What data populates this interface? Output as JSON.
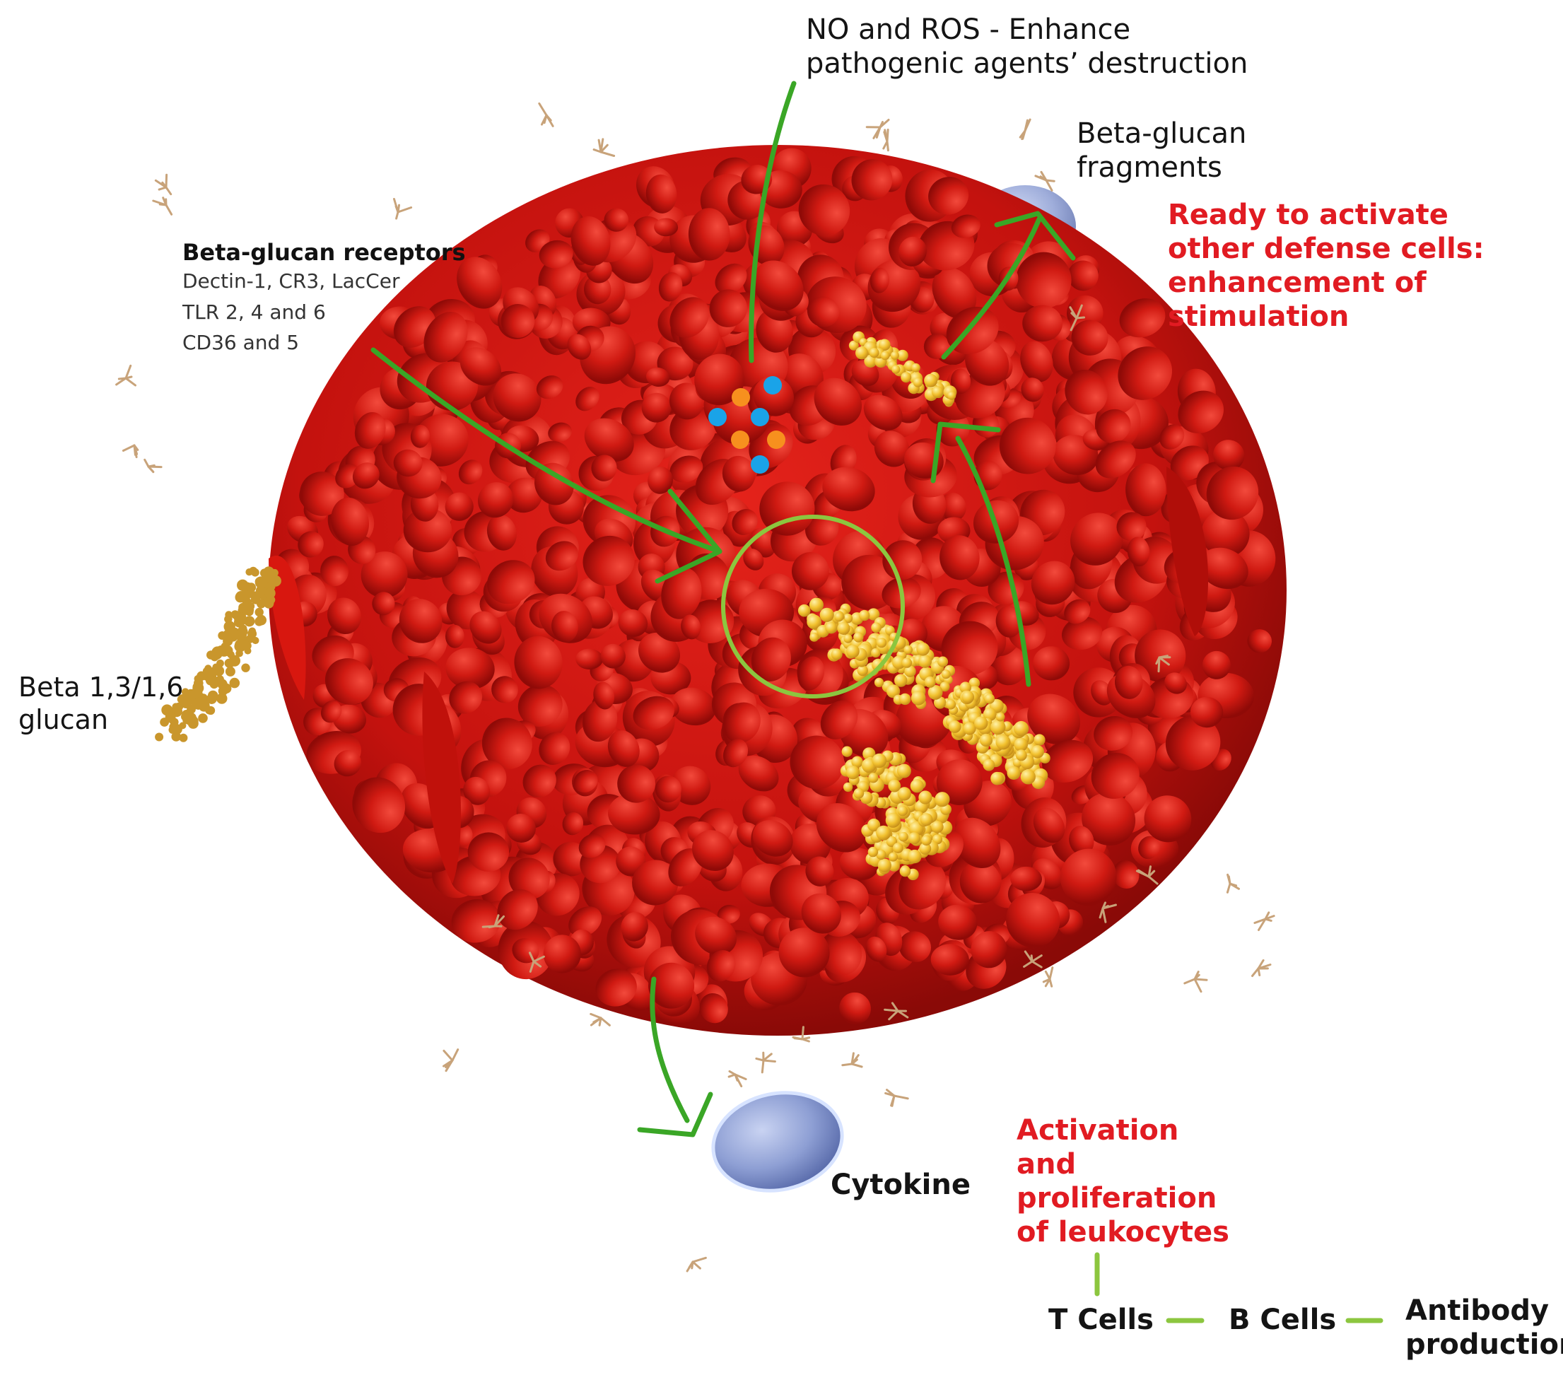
{
  "labels": {
    "no_ros": [
      "NO and ROS - Enhance",
      "pathogenic agents’ destruction"
    ],
    "fragments": [
      "Beta-glucan",
      "fragments"
    ],
    "ready": [
      "Ready to activate",
      "other defense cells:",
      "enhancement of",
      "stimulation"
    ],
    "receptors_title": "Beta-glucan receptors",
    "receptors": [
      "Dectin-1, CR3, LacCer",
      "TLR 2, 4 and 6",
      "CD36 and 5"
    ],
    "glucan": [
      "Beta 1,3/1,6",
      "glucan"
    ],
    "cytokine": "Cytokine",
    "activation": [
      "Activation",
      "and",
      "proliferation",
      "of leukocytes"
    ],
    "t_cells": "T Cells",
    "b_cells": "B Cells",
    "antibody": [
      "Antibody",
      "production"
    ]
  },
  "colors": {
    "cell": "#c4120e",
    "cell_light": "#ef3a2e",
    "cell_dark": "#7a0806",
    "arrow": "#3aa626",
    "accent_green": "#8cc63f",
    "glucan": "#f2c12e",
    "glucan_dark": "#b8862a",
    "no_dot": "#f7901e",
    "ros_dot": "#1aa3e8",
    "cytokine": "#8e9fd4",
    "red_text": "#e11b22"
  }
}
